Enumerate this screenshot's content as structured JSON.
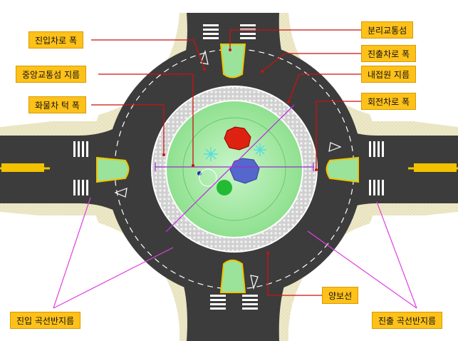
{
  "labels": {
    "entry_lane_width": "진입차로 폭",
    "central_island_radius": "중앙교통섬 지름",
    "truck_apron_width": "화물차 턱 폭",
    "splitter_island": "분리교통섬",
    "exit_lane_width": "진출차로 폭",
    "inscribed_circle_diameter": "내접원 지름",
    "circulatory_lane_width": "회전차로 폭",
    "yield_line": "양보선",
    "entry_curve_radius": "진입 곡선반지름",
    "exit_curve_radius": "진출 곡선반지름"
  },
  "colors": {
    "label_fill": "#fdc11a",
    "leader_red": "#cc1111",
    "leader_magenta": "#e040e0",
    "asphalt": "#3c3c3c",
    "sidewalk": "#ece7c6",
    "island_green": "#9be39b",
    "apron_gray": "#c8c8c8",
    "diameter_line": "#9933cc"
  }
}
